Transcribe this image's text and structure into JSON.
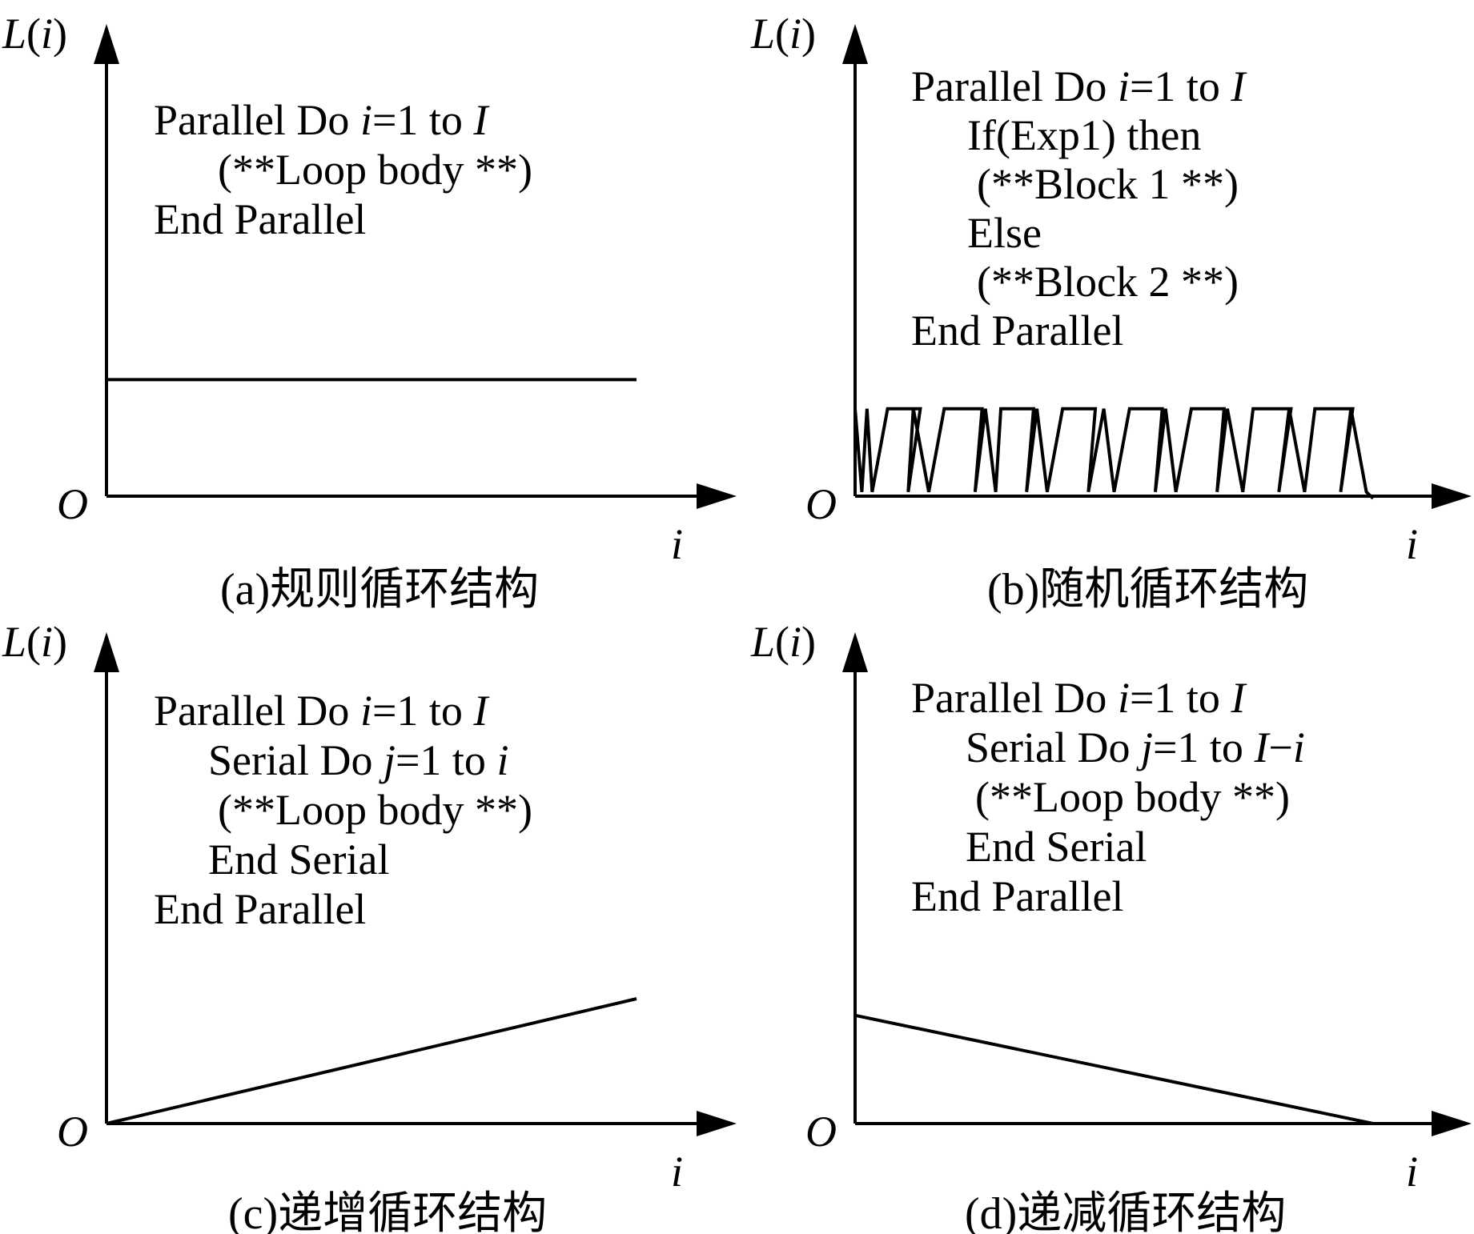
{
  "panels": [
    {
      "id": "a",
      "y_label": {
        "main": "L",
        "open": "(",
        "var": "i",
        "close": ")"
      },
      "origin_label": "O",
      "x_label": "i",
      "caption": "(a)规则循环结构",
      "code": [
        [
          {
            "t": "Parallel Do "
          },
          {
            "t": "i",
            "i": true
          },
          {
            "t": "=1 to "
          },
          {
            "t": "I",
            "i": true
          }
        ],
        [
          {
            "t": "(**Loop body **)"
          }
        ],
        [
          {
            "t": "End Parallel"
          }
        ]
      ],
      "load_profile": {
        "kind": "constant",
        "level": 0.28
      }
    },
    {
      "id": "b",
      "y_label": {
        "main": "L",
        "open": "(",
        "var": "i",
        "close": ")"
      },
      "origin_label": "O",
      "x_label": "i",
      "caption": "(b)随机循环结构",
      "code": [
        [
          {
            "t": "Parallel Do "
          },
          {
            "t": "i",
            "i": true
          },
          {
            "t": "=1 to "
          },
          {
            "t": "I",
            "i": true
          }
        ],
        [
          {
            "t": "If(Exp1) then"
          }
        ],
        [
          {
            "t": "(**Block 1 **)"
          }
        ],
        [
          {
            "t": "Else"
          }
        ],
        [
          {
            "t": "(**Block 2 **)"
          }
        ],
        [
          {
            "t": "End Parallel"
          }
        ]
      ],
      "load_profile": {
        "kind": "random",
        "level_high": 0.21,
        "level_low": 0.01
      }
    },
    {
      "id": "c",
      "y_label": {
        "main": "L",
        "open": "(",
        "var": "i",
        "close": ")"
      },
      "origin_label": "O",
      "x_label": "i",
      "caption": "(c)递增循环结构",
      "code": [
        [
          {
            "t": "Parallel Do "
          },
          {
            "t": "i",
            "i": true
          },
          {
            "t": "=1 to "
          },
          {
            "t": "I",
            "i": true
          }
        ],
        [
          {
            "t": "Serial Do "
          },
          {
            "t": "j",
            "i": true
          },
          {
            "t": "=1 to "
          },
          {
            "t": "i",
            "i": true
          }
        ],
        [
          {
            "t": "(**Loop body **)"
          }
        ],
        [
          {
            "t": "End Serial"
          }
        ],
        [
          {
            "t": "End Parallel"
          }
        ]
      ],
      "load_profile": {
        "kind": "increasing",
        "start": 0.0,
        "end": 0.3
      }
    },
    {
      "id": "d",
      "y_label": {
        "main": "L",
        "open": "(",
        "var": "i",
        "close": ")"
      },
      "origin_label": "O",
      "x_label": "i",
      "caption": "(d)递减循环结构",
      "code": [
        [
          {
            "t": "Parallel Do "
          },
          {
            "t": "i",
            "i": true
          },
          {
            "t": "=1 to "
          },
          {
            "t": "I",
            "i": true
          }
        ],
        [
          {
            "t": "Serial Do "
          },
          {
            "t": "j",
            "i": true
          },
          {
            "t": "=1 to "
          },
          {
            "t": "I",
            "i": true
          },
          {
            "t": "−"
          },
          {
            "t": "i",
            "i": true
          }
        ],
        [
          {
            "t": "(**Loop body **)"
          }
        ],
        [
          {
            "t": "End Serial"
          }
        ],
        [
          {
            "t": "End Parallel"
          }
        ]
      ],
      "load_profile": {
        "kind": "decreasing",
        "start": 0.26,
        "end": 0.0
      }
    }
  ]
}
